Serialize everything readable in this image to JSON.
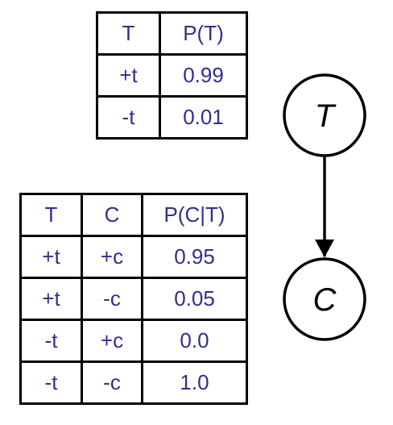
{
  "prior_table": {
    "headers": [
      "T",
      "P(T)"
    ],
    "rows": [
      [
        "+t",
        "0.99"
      ],
      [
        "-t",
        "0.01"
      ]
    ]
  },
  "conditional_table": {
    "headers": [
      "T",
      "C",
      "P(C|T)"
    ],
    "rows": [
      [
        "+t",
        "+c",
        "0.95"
      ],
      [
        "+t",
        "-c",
        "0.05"
      ],
      [
        "-t",
        "+c",
        "0.0"
      ],
      [
        "-t",
        "-c",
        "1.0"
      ]
    ]
  },
  "graph": {
    "nodes": [
      "T",
      "C"
    ],
    "edges": [
      [
        "T",
        "C"
      ]
    ]
  },
  "colors": {
    "table_text": "#2e2f8f",
    "lines": "#000000"
  }
}
